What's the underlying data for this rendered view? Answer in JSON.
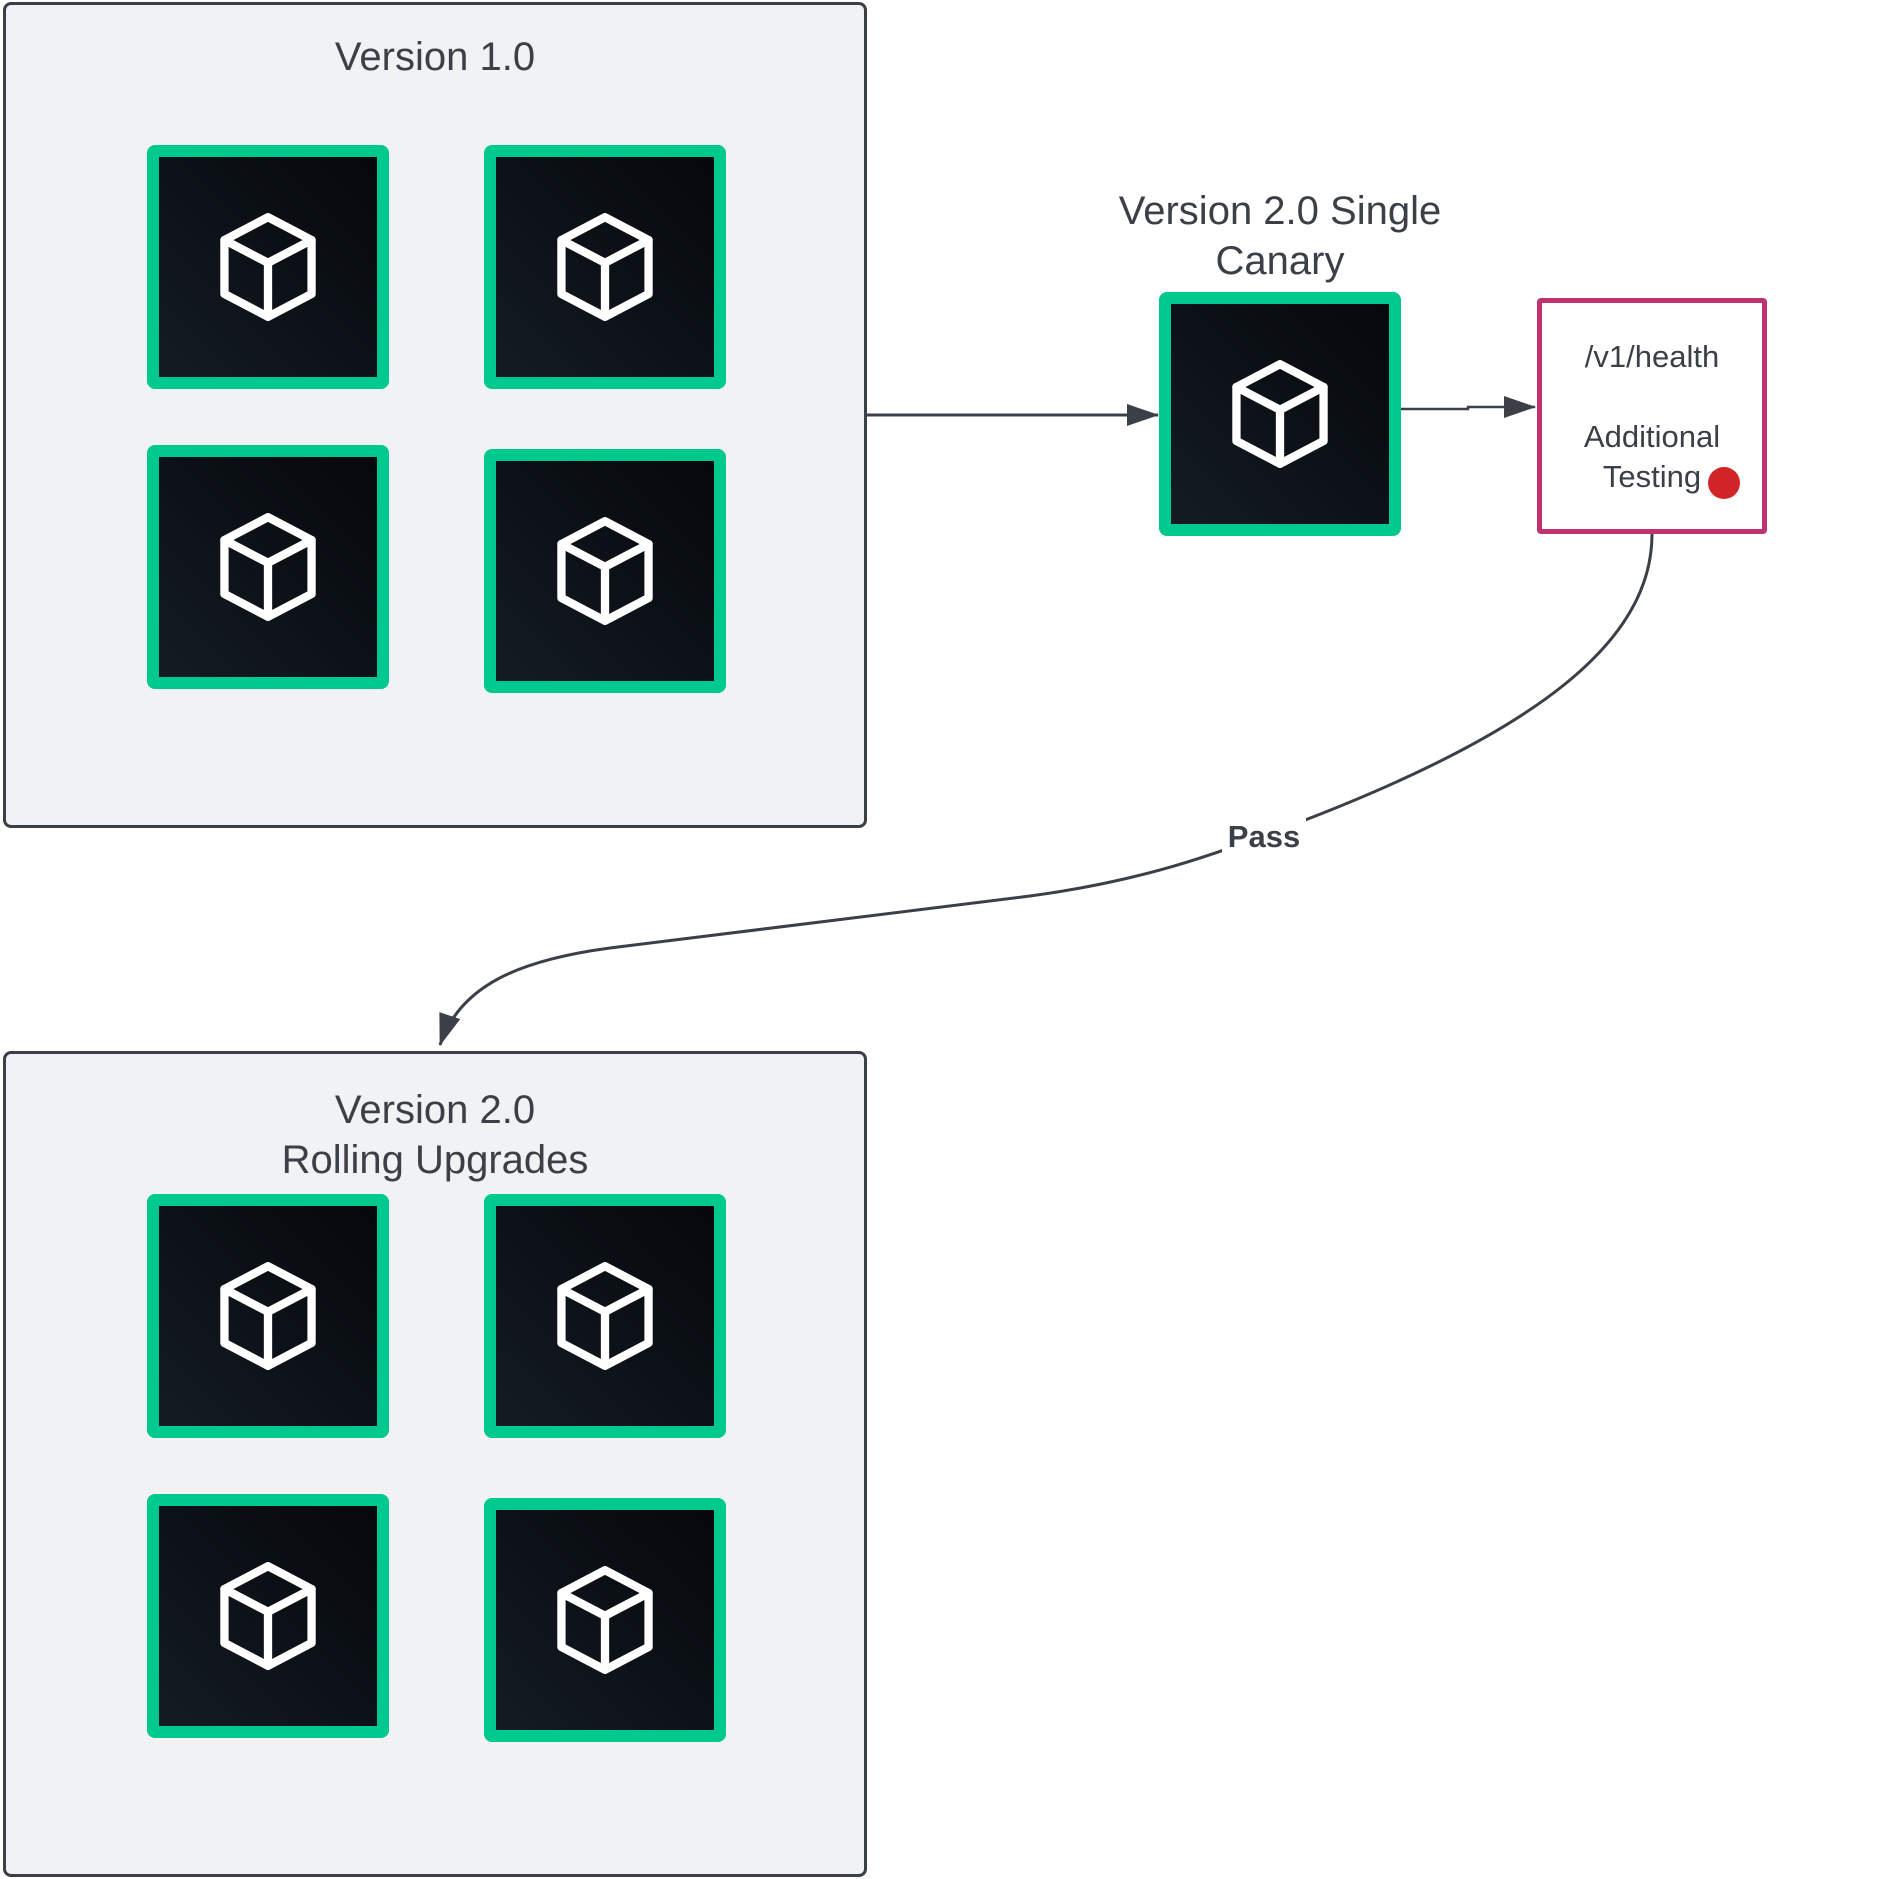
{
  "diagram": {
    "groups": {
      "v1": {
        "title": "Version 1.0"
      },
      "v2": {
        "title": "Version 2.0\nRolling Upgrades"
      }
    },
    "canary": {
      "title": "Version 2.0 Single\nCanary"
    },
    "testing": {
      "line1": "/v1/health",
      "line2": "Additional",
      "line3": "Testing",
      "status_color": "#d12328"
    },
    "edges": {
      "pass_label": "Pass"
    },
    "colors": {
      "node_border": "#00c98d",
      "node_fill": "#111820",
      "group_fill": "#f1f2f4",
      "group_border": "#3b4048",
      "test_border": "#c2326f",
      "connector": "#3b4048"
    },
    "icons": {
      "node_icon": "cube-icon"
    }
  }
}
